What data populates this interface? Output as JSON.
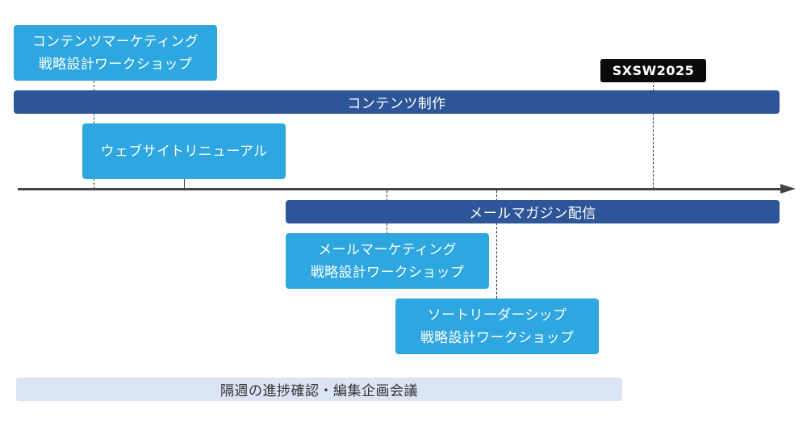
{
  "phases": {
    "content": "コンテンツ制作",
    "mail": "メールマガジン配信"
  },
  "milestone": {
    "label": "SXSW2025"
  },
  "tasks": {
    "content_workshop": [
      "コンテンツマーケティング",
      "戦略設計ワークショップ"
    ],
    "web_renewal": [
      "ウェブサイトリニューアル"
    ],
    "mail_workshop": [
      "メールマーケティング",
      "戦略設計ワークショップ"
    ],
    "thought_workshop": [
      "ソートリーダーシップ",
      "戦略設計ワークショップ"
    ]
  },
  "meeting": {
    "label": "隔週の進捗確認・編集企画会議"
  },
  "colors": {
    "phase_bar": "#2e5597",
    "task_box": "#2ea6df",
    "milestone": "#0a0a0a",
    "meeting": "#dbe4f3",
    "axis": "#444444"
  }
}
